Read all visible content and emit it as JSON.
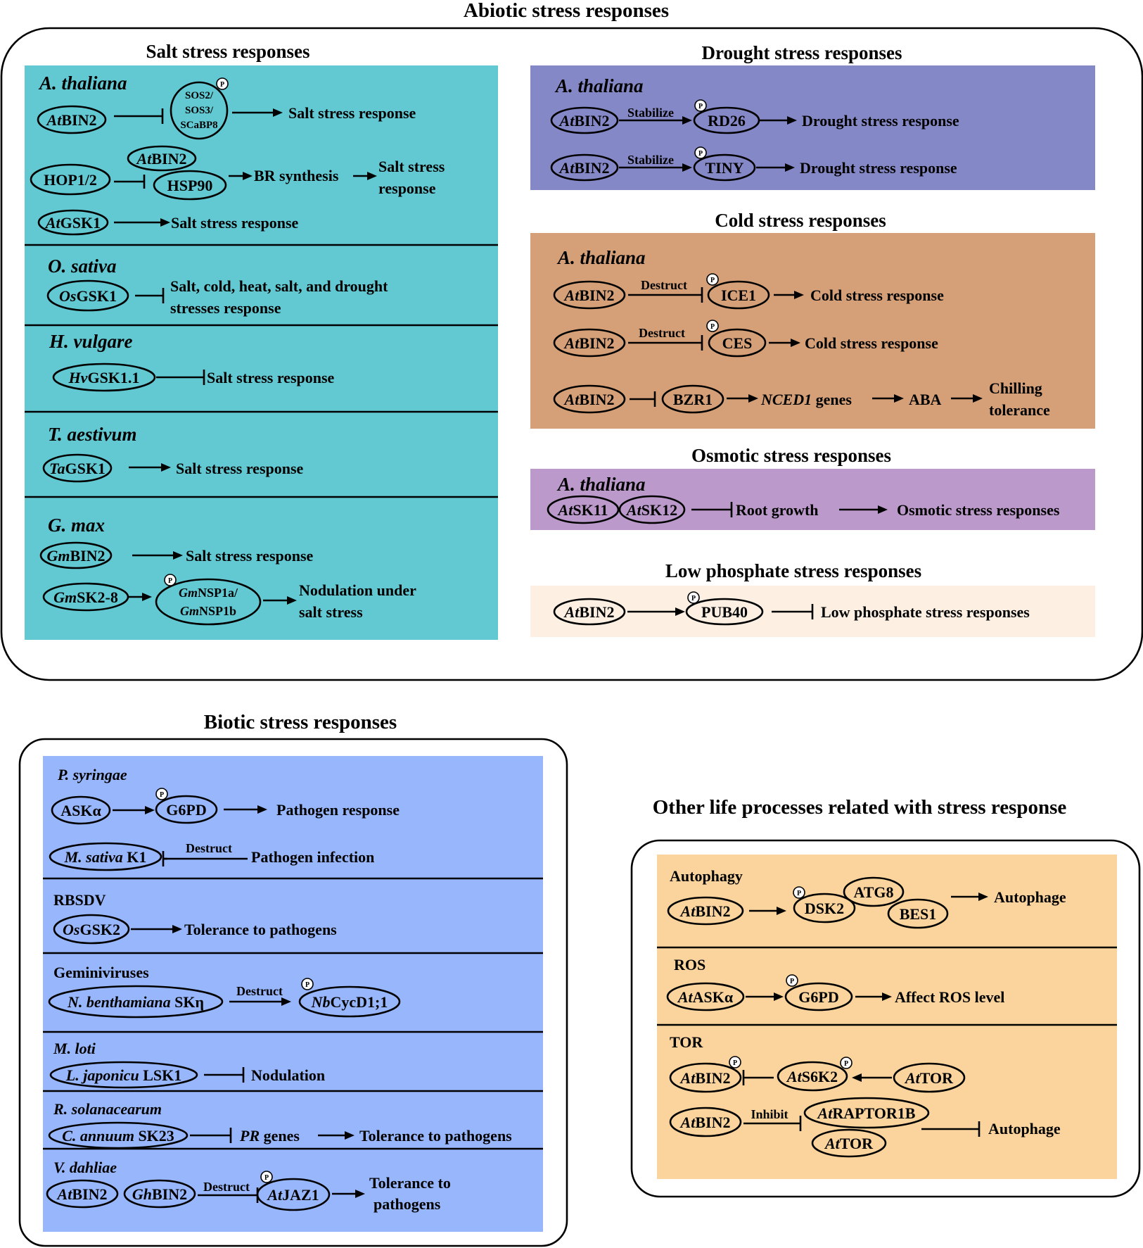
{
  "headings": {
    "abiotic": "Abiotic stress responses",
    "salt": "Salt stress responses",
    "drought": "Drought stress responses",
    "cold": "Cold stress responses",
    "osmotic": "Osmotic stress responses",
    "lowp": "Low phosphate stress responses",
    "biotic": "Biotic stress responses",
    "other": "Other life processes related with stress response"
  },
  "colors": {
    "salt_panel": "#62C9D3",
    "drought_panel": "#8588C7",
    "cold_panel": "#D5A077",
    "osmotic_panel": "#BB99CB",
    "lowp_panel": "#FDF0E3",
    "biotic_panel": "#98B6FB",
    "other_panel": "#FAD49C",
    "line": "#000000"
  },
  "icons": {
    "phospho": "P"
  },
  "text": {
    "sp_at": "A. thaliana",
    "sp_os": "O. sativa",
    "sp_hv": "H. vulgare",
    "sp_ta": "T. aestivum",
    "sp_gm": "G. max",
    "p_at": "At",
    "p_os": "Os",
    "p_hv": "Hv",
    "p_ta": "Ta",
    "p_gm": "Gm",
    "p_nb": "Nb",
    "p_gh": "Gh",
    "bin2": "BIN2",
    "gsk1": "GSK1",
    "gsk11": "GSK1.1",
    "hop12": "HOP1/2",
    "hsp90": "HSP90",
    "sos2": "SOS2/",
    "sos3": "SOS3/",
    "scabp8": "SCaBP8",
    "sk28": "SK2-8",
    "nsp1a": "NSP1a/",
    "nsp1b": "NSP1b",
    "br_synthesis": "BR synthesis",
    "salt_resp": "Salt stress response",
    "salt_resp_l1": "Salt stress",
    "salt_resp_l2": "response",
    "multi_l1": "Salt, cold, heat, salt, and drought",
    "multi_l2": "stresses response",
    "nod_l1": "Nodulation under",
    "nod_l2": "salt stress",
    "stabilize": "Stabilize",
    "rd26": "RD26",
    "tiny": "TINY",
    "drought_resp": "Drought stress response",
    "destruct": "Destruct",
    "ice1": "ICE1",
    "ces": "CES",
    "bzr1": "BZR1",
    "cold_resp": "Cold stress response",
    "nced1": "NCED1",
    "genes": " genes",
    "aba": "ABA",
    "chill_l1": "Chilling",
    "chill_l2": "tolerance",
    "sk11": "SK11",
    "sk12": "SK12",
    "root_growth": "Root growth",
    "osmotic_resp": "Osmotic stress responses",
    "pub40": "PUB40",
    "lowp_resp": "Low phosphate stress responses",
    "pathogen_syringae": "P. syringae",
    "pathogen_rbsdv": "RBSDV",
    "pathogen_gemini": "Geminiviruses",
    "pathogen_mloti": "M. loti",
    "pathogen_rsol": "R. solanacearum",
    "pathogen_vdah": "V. dahliae",
    "ask_alpha": "ASKα",
    "g6pd": "G6PD",
    "pathogen_resp": "Pathogen response",
    "ms_k1_sp": "M. sativa",
    "ms_k1": " K1",
    "pathogen_inf": "Pathogen infection",
    "osgsk2": "GSK2",
    "tol_pathogens": "Tolerance to pathogens",
    "nb_sp": "N. benthamiana",
    "skn": " SKη",
    "cycd1": "CycD1;1",
    "lj_sp": "L. japonicu",
    "lsk1": " LSK1",
    "nodulation": "Nodulation",
    "ca_sp": "C. annuum",
    "sk23": " SK23",
    "pr": "PR",
    "tol_l1": "Tolerance to",
    "tol_l2": "pathogens",
    "jaz1": "JAZ1",
    "autophagy": "Autophagy",
    "ros": "ROS",
    "tor_group": "TOR",
    "dsk2": "DSK2",
    "atg8": "ATG8",
    "bes1": "BES1",
    "autophage": "Autophage",
    "askalpha2": "ASKα",
    "ros_level": "Affect ROS level",
    "s6k2": "S6K2",
    "tor": "TOR",
    "inhibit": "Inhibit",
    "raptor1b": "RAPTOR1B"
  }
}
